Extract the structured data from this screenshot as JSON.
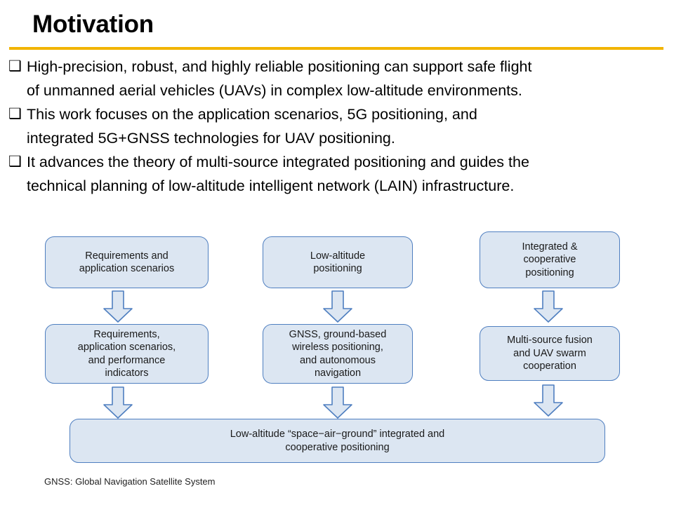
{
  "slide": {
    "title": "Motivation",
    "accent_color": "#f2b400",
    "box_fill": "#dce6f2",
    "box_border": "#4f7fc0",
    "background": "#ffffff"
  },
  "bullets": [
    {
      "marker": "❑",
      "line1": "High-precision, robust, and highly reliable positioning can support safe flight",
      "line2": "of unmanned aerial vehicles (UAVs) in complex low-altitude environments."
    },
    {
      "marker": "❑",
      "line1": "This work focuses on the application scenarios, 5G positioning, and",
      "line2": "integrated 5G+GNSS technologies for UAV positioning."
    },
    {
      "marker": "❑",
      "line1": "It advances the theory of multi-source integrated positioning and guides the",
      "line2": "technical planning of low-altitude intelligent network (LAIN) infrastructure."
    }
  ],
  "diagram": {
    "row1": [
      {
        "text": "Requirements and\napplication scenarios"
      },
      {
        "text": "Low-altitude\npositioning"
      },
      {
        "text": "Integrated &\ncooperative\npositioning"
      }
    ],
    "row2": [
      {
        "text": "Requirements,\napplication scenarios,\nand performance\nindicators"
      },
      {
        "text": "GNSS, ground-based\nwireless positioning,\nand autonomous\nnavigation"
      },
      {
        "text": "Multi-source fusion\nand UAV swarm\ncooperation"
      }
    ],
    "bottom": {
      "text": "Low-altitude “space−air−ground” integrated and\ncooperative positioning"
    },
    "arrows": [
      {
        "name": "arrow-col1-row1",
        "direction": "down"
      },
      {
        "name": "arrow-col2-row1",
        "direction": "down"
      },
      {
        "name": "arrow-col3-row1",
        "direction": "down"
      },
      {
        "name": "arrow-col1-row2",
        "direction": "down"
      },
      {
        "name": "arrow-col2-row2",
        "direction": "down"
      },
      {
        "name": "arrow-col3-row2",
        "direction": "down"
      }
    ]
  },
  "footnote": "GNSS: Global Navigation Satellite System"
}
